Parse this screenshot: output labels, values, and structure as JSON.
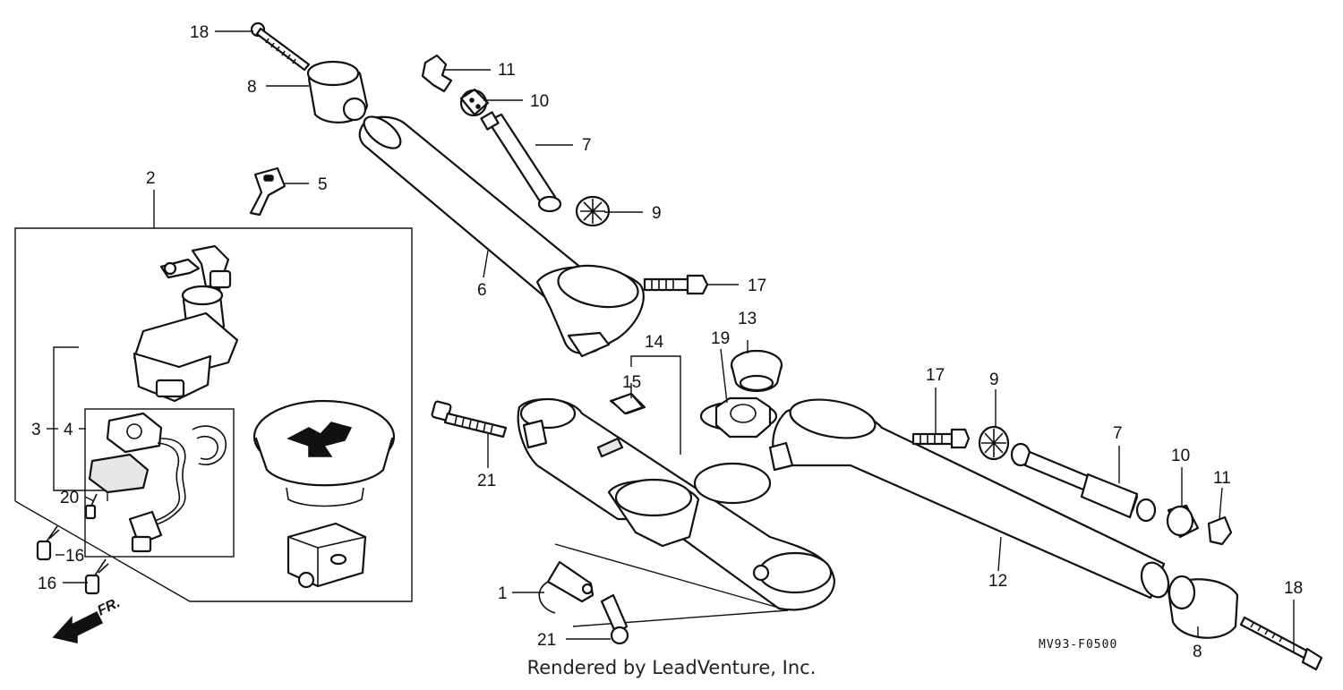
{
  "callouts": [
    "1",
    "2",
    "3",
    "4",
    "5",
    "6",
    "7",
    "7",
    "8",
    "8",
    "9",
    "9",
    "10",
    "10",
    "11",
    "11",
    "12",
    "13",
    "14",
    "15",
    "16",
    "16",
    "17",
    "17",
    "18",
    "18",
    "19",
    "20",
    "21",
    "21"
  ],
  "diagram_code": "MV93-F0500",
  "direction_label": "FR.",
  "footer": "Rendered by LeadVenture, Inc."
}
